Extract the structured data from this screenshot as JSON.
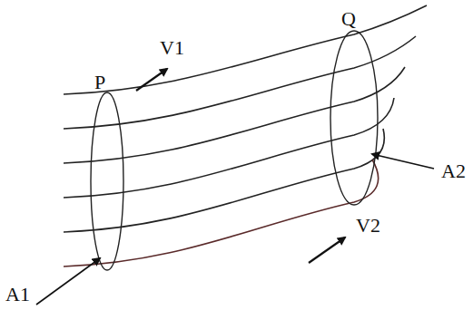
{
  "diagram": {
    "labels": [
      "V1",
      "P",
      "Q",
      "A2",
      "A1",
      "V2"
    ]
  }
}
